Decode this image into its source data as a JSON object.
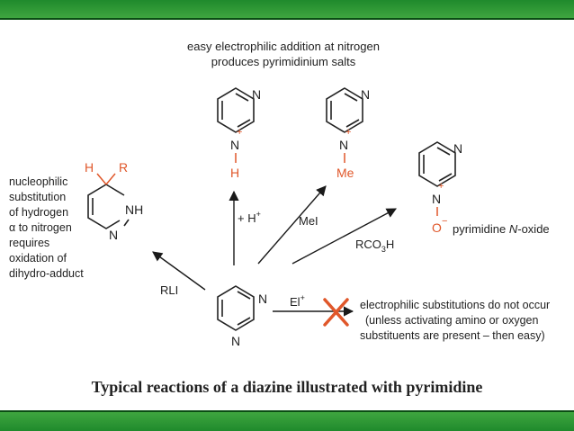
{
  "colors": {
    "bar": "#2e9a38",
    "bar_dark": "#0b4d14",
    "accent": "#e0572a",
    "ink": "#222222",
    "arrow": "#1a1a1a"
  },
  "top_note": {
    "line1": "easy electrophilic addition at nitrogen",
    "line2": "produces pyrimidinium salts"
  },
  "atoms": {
    "N": "N",
    "H": "H",
    "R": "R",
    "NH": "NH",
    "Me": "Me",
    "O": "O",
    "plus": "+",
    "minus": "−"
  },
  "left_note": [
    "nucleophilic",
    "substitution",
    "of hydrogen",
    "α to nitrogen",
    "requires",
    "oxidation of",
    "dihydro-adduct"
  ],
  "reagents": {
    "proton_plus": "+ H",
    "proton_sup": "+",
    "mei": "MeI",
    "rco3h_a": "RCO",
    "rco3h_sub": "3",
    "rco3h_b": "H",
    "rli": "RLI",
    "el": "El",
    "el_sup": "+"
  },
  "n_oxide_label": {
    "prefix": "pyrimidine ",
    "italic": "N",
    "suffix": "-oxide"
  },
  "right_note": [
    "electrophilic substitutions do not occur",
    "(unless activating amino or oxygen",
    "substituents are present – then easy)"
  ],
  "caption": "Typical reactions of a diazine illustrated with pyrimidine"
}
